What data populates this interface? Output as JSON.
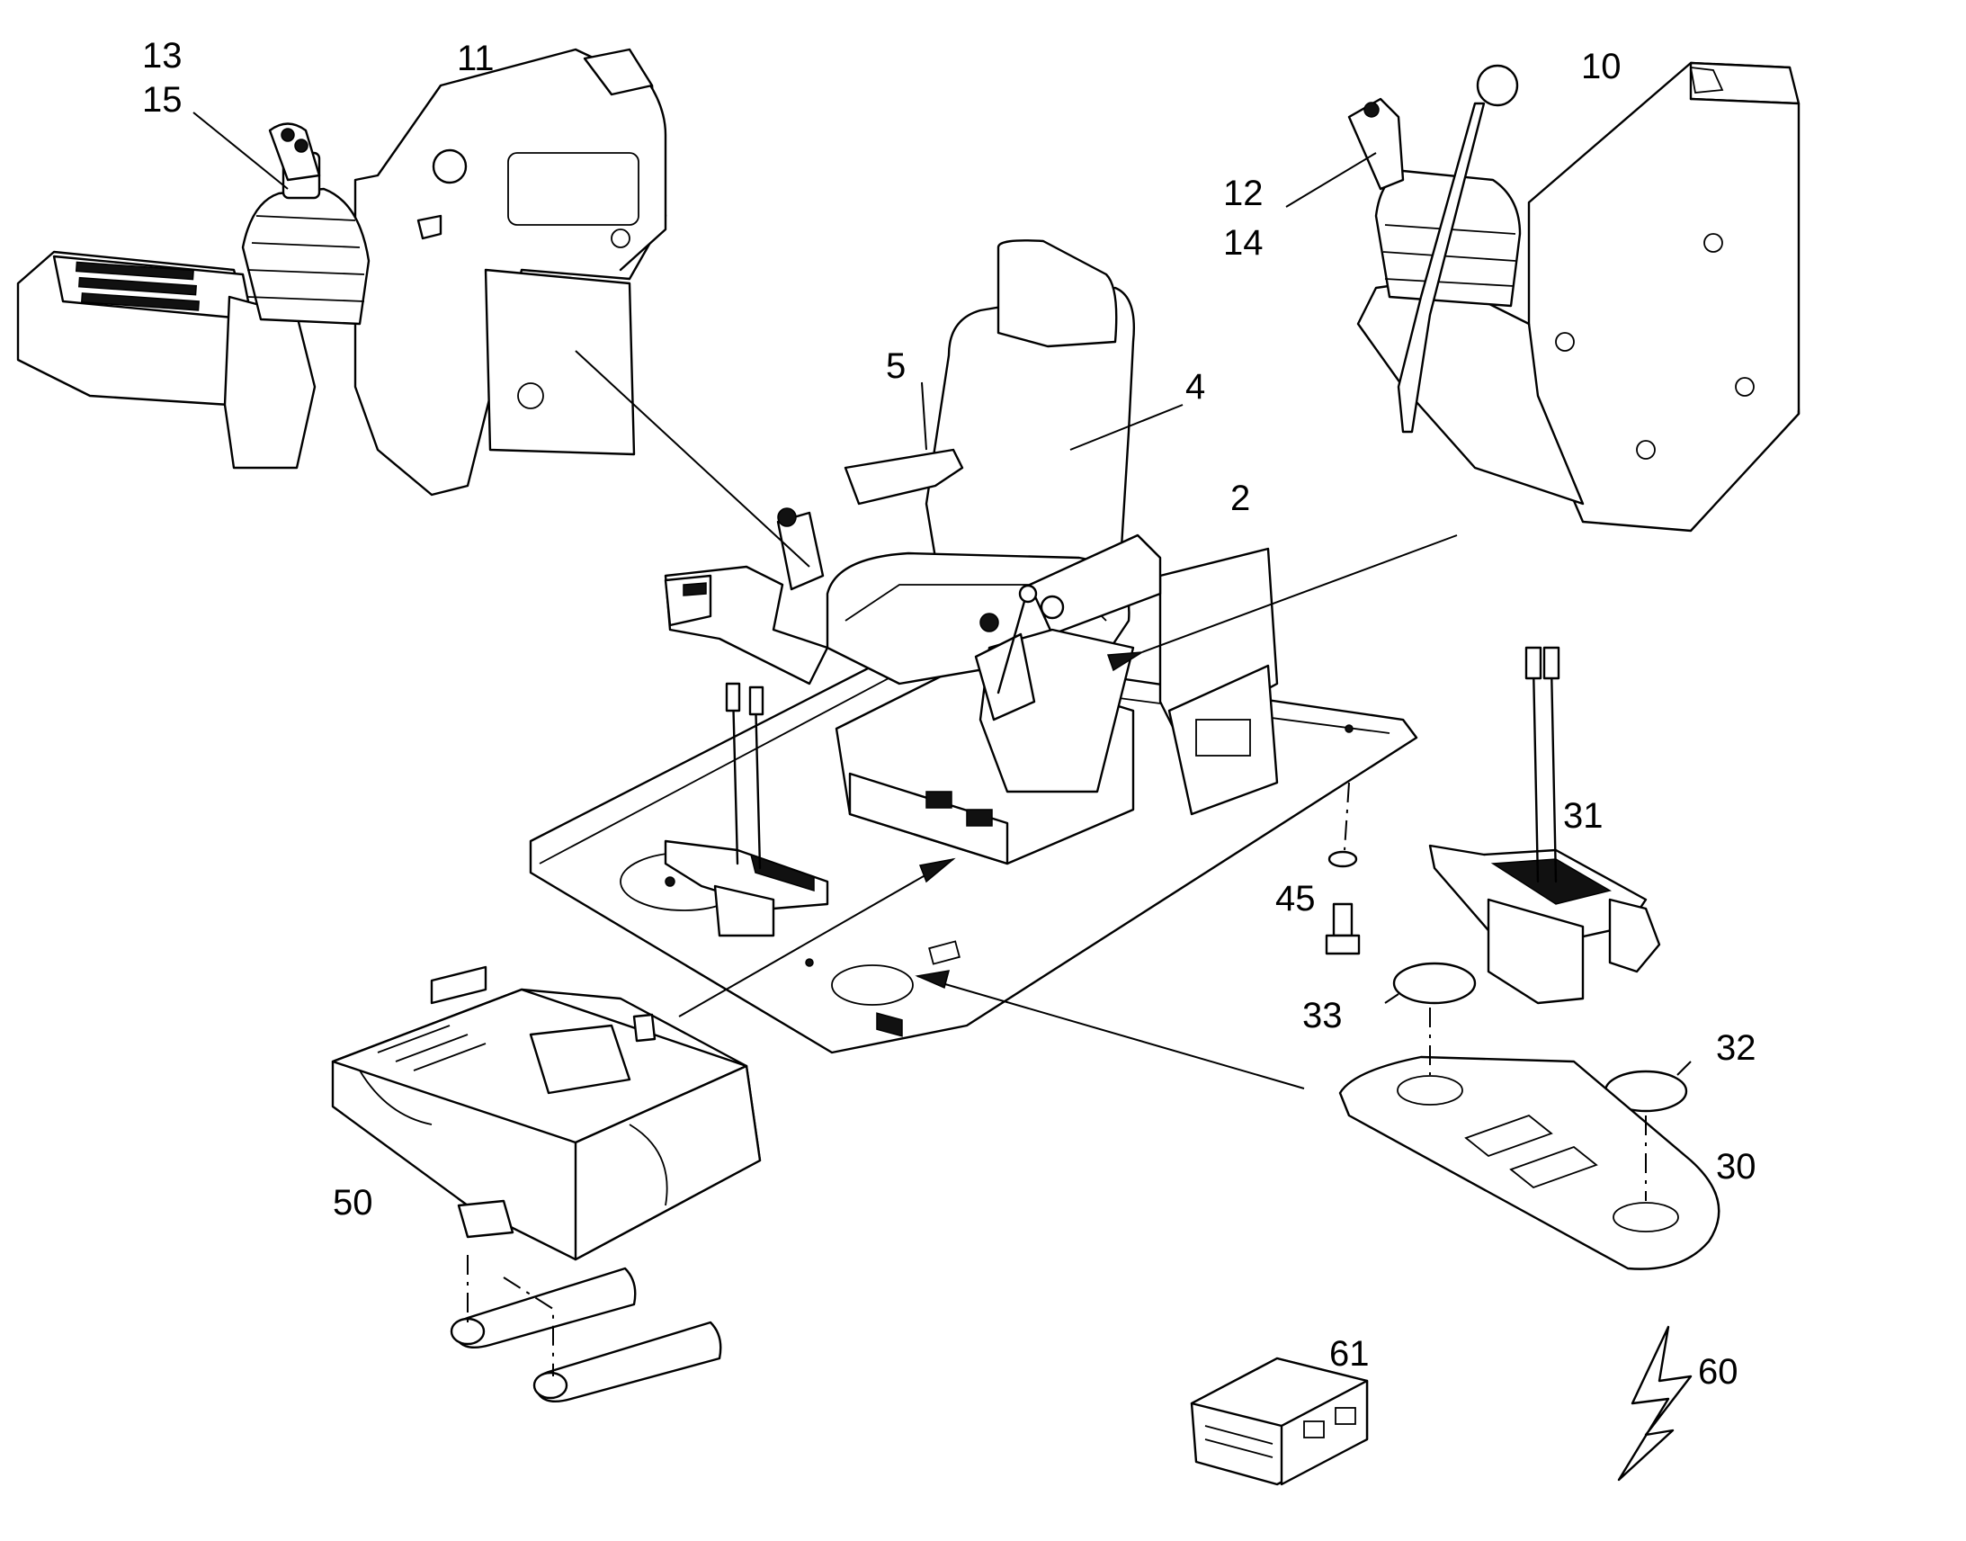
{
  "callouts": {
    "c13": "13",
    "c15": "15",
    "c11": "11",
    "c10": "10",
    "c12": "12",
    "c14": "14",
    "c5": "5",
    "c4": "4",
    "c2": "2",
    "c31": "31",
    "c45": "45",
    "c33": "33",
    "c32": "32",
    "c30": "30",
    "c50": "50",
    "c61": "61",
    "c60": "60"
  },
  "colors": {
    "line": "#000000",
    "background": "#ffffff"
  },
  "icons": {
    "electrical": "lightning-bolt-icon"
  }
}
